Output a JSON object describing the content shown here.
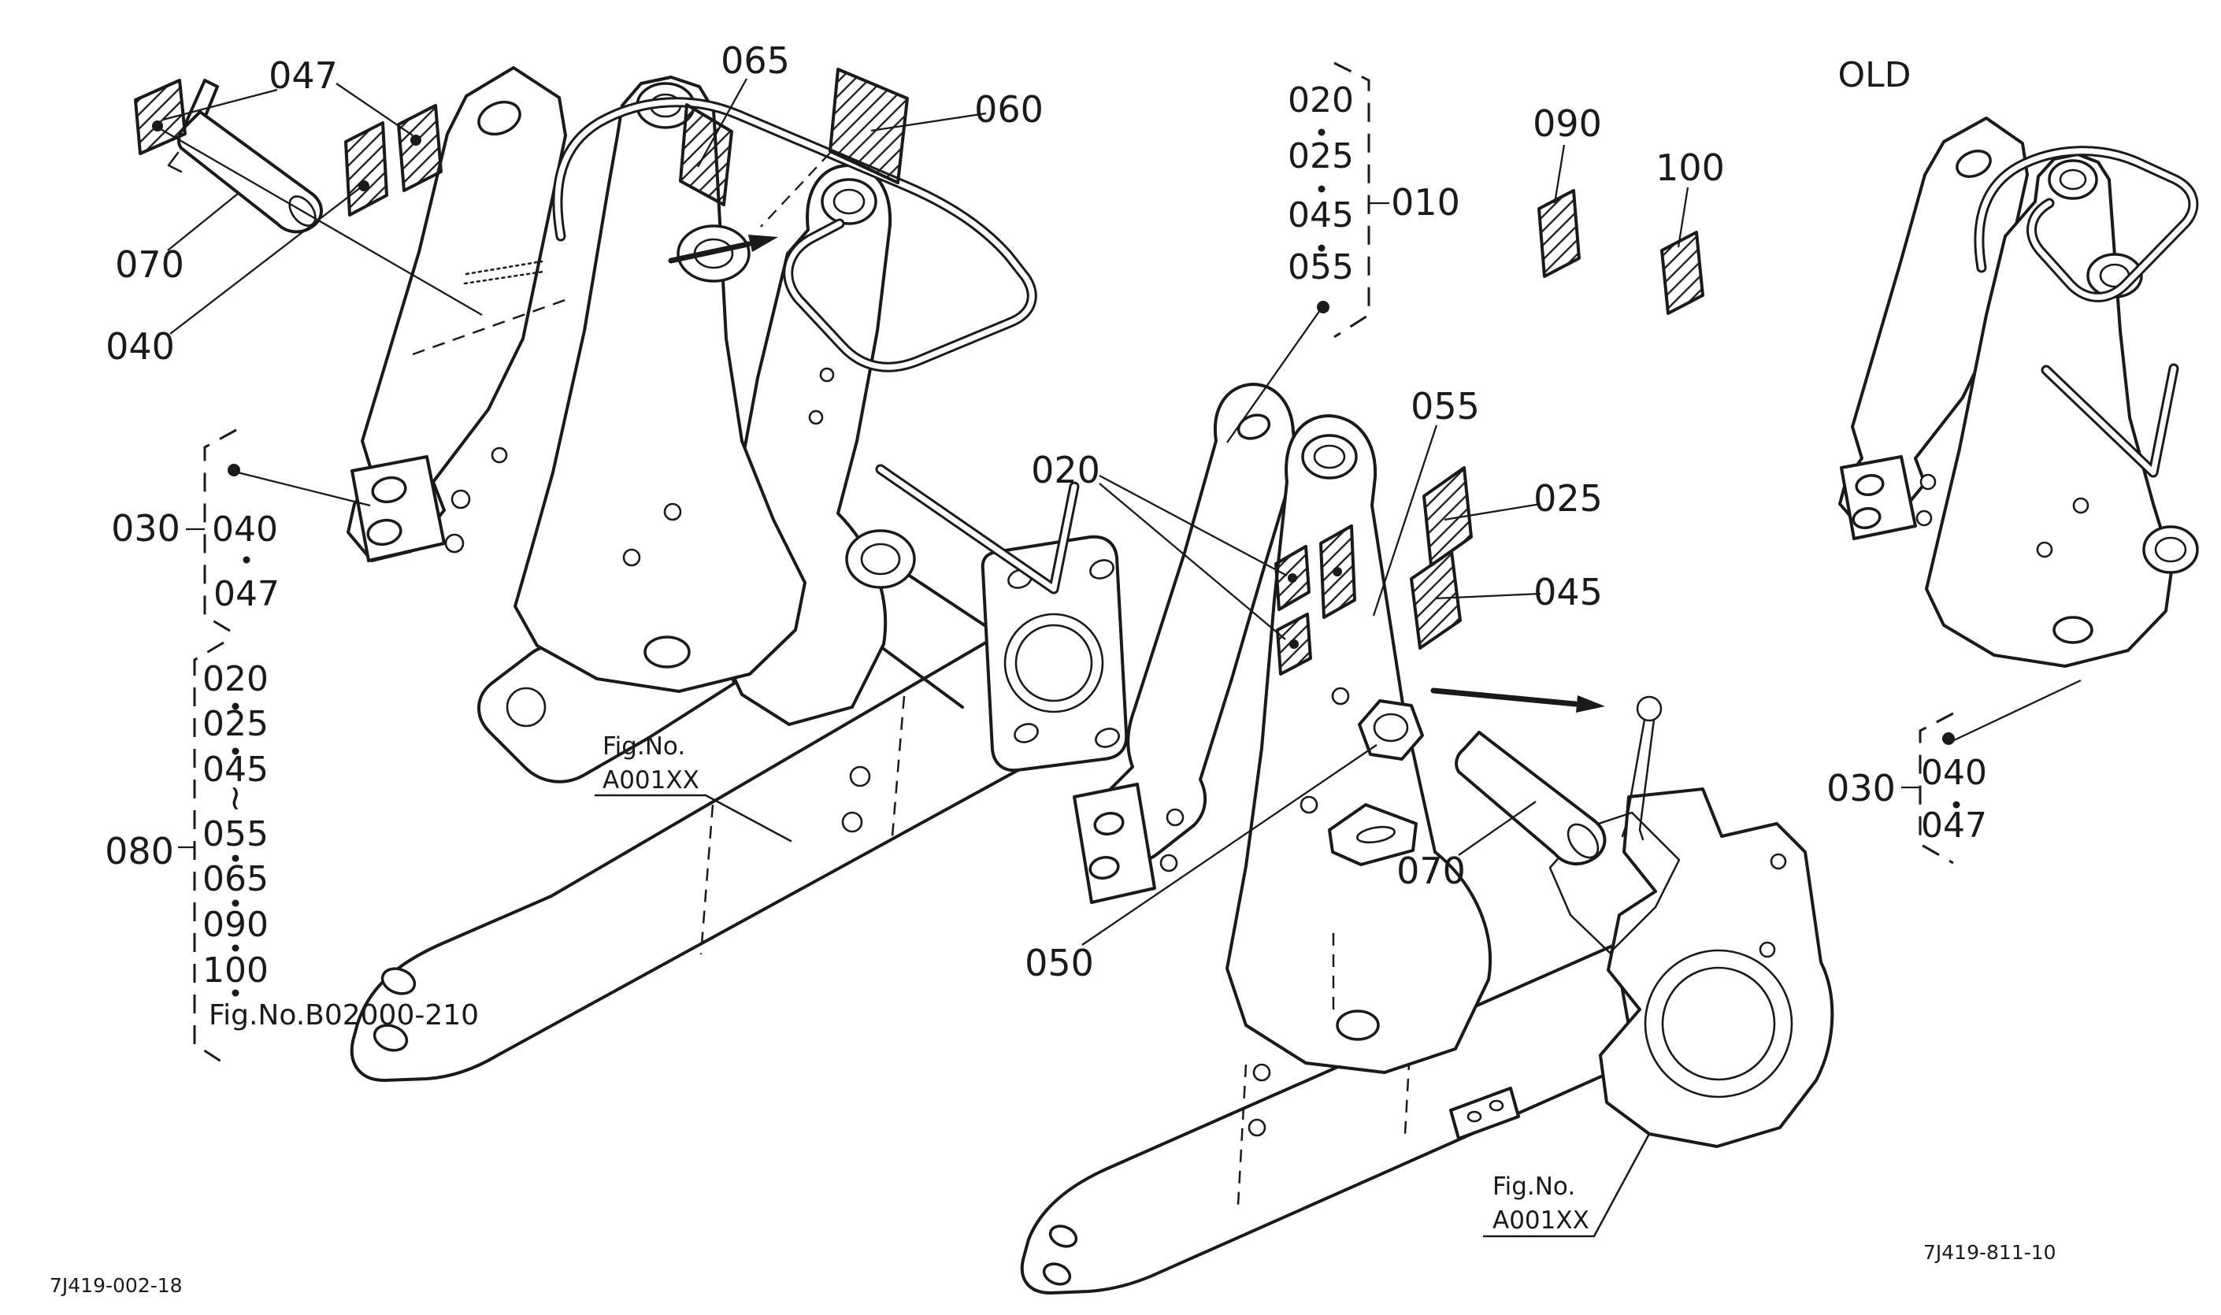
{
  "codes": {
    "bottom_left": "7J419-002-18",
    "bottom_right": "7J419-811-10"
  },
  "old_label": "OLD",
  "callouts": {
    "c047": "047",
    "c070_left": "070",
    "c040_left": "040",
    "c065": "065",
    "c060": "060",
    "c010": "010",
    "c090": "090",
    "c100": "100",
    "c020_mid": "020",
    "c055_mid": "055",
    "c025_mid": "025",
    "c045_mid": "045",
    "c070_mid": "070",
    "c050_mid": "050"
  },
  "groups": {
    "g010": {
      "items": [
        "020",
        "025",
        "045",
        "055"
      ]
    },
    "g030_left": {
      "label": "030",
      "items": [
        "040",
        "047"
      ]
    },
    "g080": {
      "label": "080",
      "items": [
        "020",
        "025",
        "045",
        "~",
        "055",
        "065",
        "090",
        "100"
      ],
      "fig_ref": "Fig.No.B02000-210"
    },
    "g030_right": {
      "label": "030",
      "items": [
        "040",
        "047"
      ]
    }
  },
  "fig_refs": {
    "left": {
      "line1": "Fig.No.",
      "line2": "A001XX"
    },
    "right": {
      "line1": "Fig.No.",
      "line2": "A001XX"
    }
  }
}
